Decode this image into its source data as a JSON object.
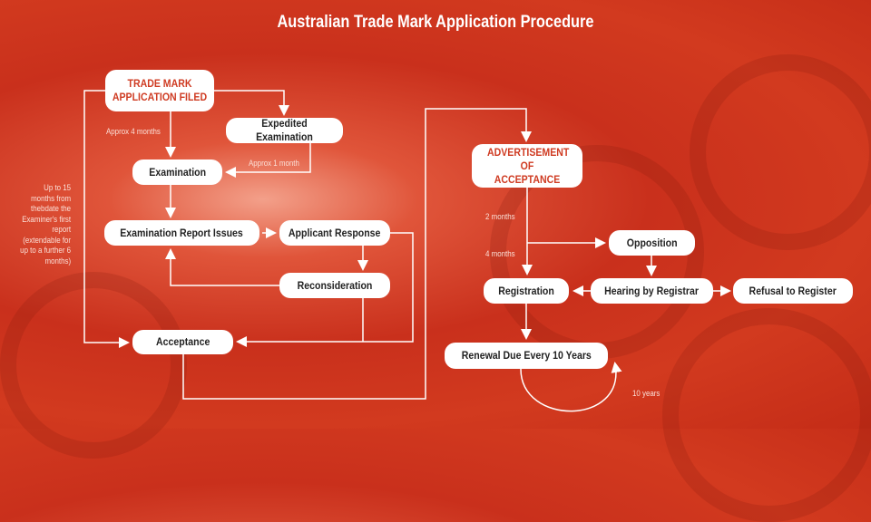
{
  "title": "Australian Trade Mark Application Procedure",
  "nodes": {
    "filed": "TRADE MARK APPLICATION FILED",
    "expedited": "Expedited Examination",
    "examination": "Examination",
    "report": "Examination Report Issues",
    "response": "Applicant Response",
    "reconsideration": "Reconsideration",
    "acceptance": "Acceptance",
    "advertisement": "ADVERTISEMENT OF ACCEPTANCE",
    "opposition": "Opposition",
    "registration": "Registration",
    "hearing": "Hearing by Registrar",
    "refusal": "Refusal to Register",
    "renewal": "Renewal Due Every 10 Years"
  },
  "labels": {
    "approx4": "Approx 4 months",
    "approx1": "Approx 1 month",
    "up_to_15": "Up to 15 months from thebdate the Examiner's first report (extendable for up to a further 6 months)",
    "two_months": "2 months",
    "four_months": "4 months",
    "ten_years": "10 years"
  },
  "colors": {
    "background": "#c9301c",
    "accent": "#cf3b22",
    "box": "#ffffff"
  }
}
